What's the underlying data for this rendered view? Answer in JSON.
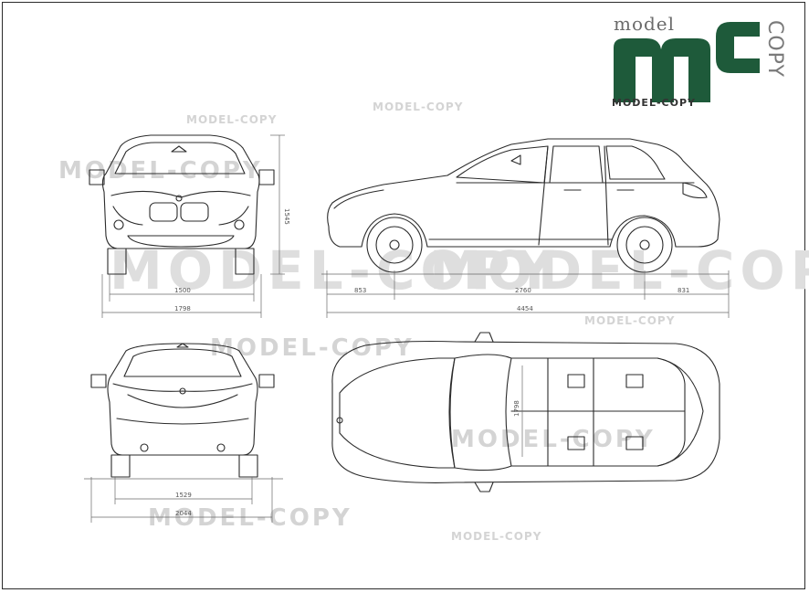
{
  "logo": {
    "script_text": "model",
    "letters": "MC",
    "copy_vertical": "COPY",
    "bar_text": "MODEL-COPY",
    "colors": {
      "green": "#1e5a3a",
      "gray": "#707070"
    }
  },
  "watermarks": {
    "big": "MODEL-COPY",
    "medium": "MODEL-COPY",
    "small": "MODEL-COPY"
  },
  "dimensions": {
    "front_height": "1545",
    "front_track": "1500",
    "front_width": "1798",
    "side_front_overhang": "853",
    "side_wheelbase": "2760",
    "side_rear_overhang": "831",
    "side_length": "4454",
    "rear_track": "1529",
    "rear_width": "2044",
    "top_width": "1798"
  },
  "colors": {
    "line": "#2b2b2b",
    "dim_line": "#6a6a6a",
    "watermark": "#d6d6d6"
  }
}
